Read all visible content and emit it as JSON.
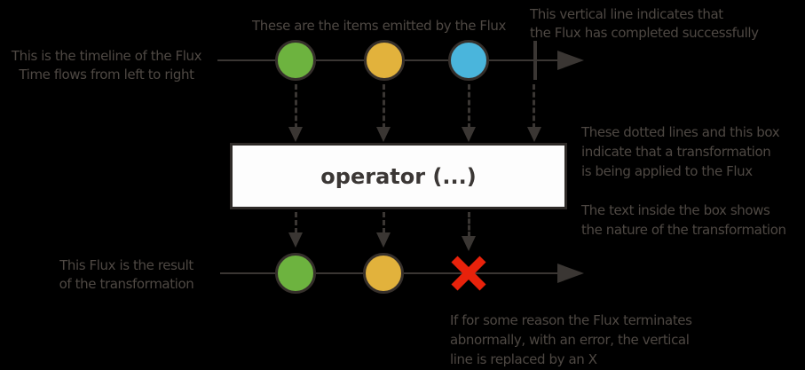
{
  "colors": {
    "background": "#000000",
    "annotation_text": "#4e4843",
    "line": "#3a3633",
    "green": "#6db33f",
    "yellow": "#e2b23c",
    "blue": "#4ab5dc",
    "red": "#e8220b",
    "box_background": "#fdfdfd"
  },
  "top_timeline": {
    "label_lines": [
      "This is the timeline of the Flux",
      "Time flows from left to right"
    ],
    "items_label": "These are the items emitted by the Flux",
    "complete_label_lines": [
      "This vertical line indicates that",
      "the Flux has completed successfully"
    ],
    "marbles": [
      {
        "name": "green-marble",
        "color": "#6db33f"
      },
      {
        "name": "yellow-marble",
        "color": "#e2b23c"
      },
      {
        "name": "blue-marble",
        "color": "#4ab5dc"
      }
    ]
  },
  "operator_box": {
    "label": "operator (...)"
  },
  "transform_note_lines": [
    "These dotted lines and this box",
    "indicate that a transformation",
    "is being applied to the Flux"
  ],
  "box_text_note_lines": [
    "The text inside the box shows",
    "the nature of the transformation"
  ],
  "bottom_timeline": {
    "label_lines": [
      "This Flux is the result",
      "of the transformation"
    ],
    "marbles": [
      {
        "name": "green-marble",
        "color": "#6db33f"
      },
      {
        "name": "yellow-marble",
        "color": "#e2b23c"
      }
    ],
    "error_note_lines": [
      "If for some reason the Flux terminates",
      "abnormally, with an error, the vertical",
      "line is replaced by an X"
    ]
  }
}
